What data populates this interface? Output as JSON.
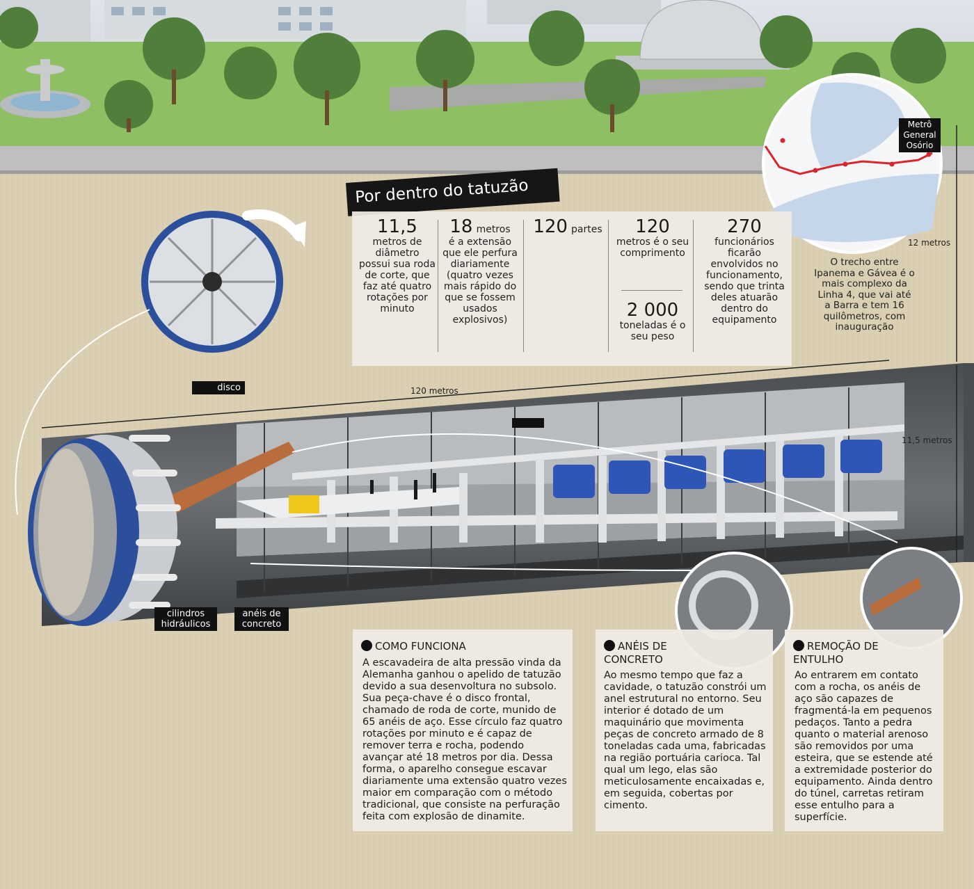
{
  "title": "Por dentro do tatuzão",
  "stats": [
    {
      "number": "11,5",
      "unit": "",
      "text": "metros de diâmetro possui sua roda de corte, que faz até quatro rotações por minuto"
    },
    {
      "number": "18",
      "unit": "metros",
      "text": "é a extensão que ele perfura diariamente (quatro vezes mais rápido do que se fossem usados explosivos)"
    },
    {
      "number": "120",
      "unit": "partes",
      "text": ""
    },
    {
      "number": "120",
      "unit": "",
      "text": "metros é o seu comprimento"
    },
    {
      "number": "2 000",
      "unit": "",
      "text": "toneladas é o seu peso"
    },
    {
      "number": "270",
      "unit": "",
      "text": "funcionários ficarão envolvidos no funcionamento, sendo que trinta deles atuarão dentro do equipamento"
    }
  ],
  "map": {
    "label": "Metrô General Osório",
    "caption": "O trecho entre Ipanema e Gávea é o mais complexo da Linha 4, que vai até a Barra e tem 16 quilômetros, com inauguração"
  },
  "dimensions": {
    "length": "120 metros",
    "depth": "12 metros",
    "diameter": "11,5 metros"
  },
  "labels": {
    "disco": "disco",
    "cilindros": "cilindros hidráulicos",
    "aneis": "anéis de concreto"
  },
  "boxes": [
    {
      "title": "COMO FUNCIONA",
      "body": "A escavadeira de alta pressão vinda da Alemanha ganhou o apelido de tatuzão devido a sua desenvoltura no subsolo. Sua peça-chave é o disco frontal, chamado de roda de corte, munido de 65 anéis de aço. Esse círculo faz quatro rotações por minuto e é capaz de remover terra e rocha, podendo avançar até 18 metros por dia. Dessa forma, o aparelho consegue escavar diariamente uma extensão quatro vezes maior em comparação com o método tradicional, que consiste na perfuração feita com explosão de dinamite."
    },
    {
      "title": "ANÉIS DE CONCRETO",
      "body": "Ao mesmo tempo que faz a cavidade, o tatuzão constrói um anel estrutural no entorno. Seu interior é dotado de um maquinário que movimenta peças de concreto armado de 8 toneladas cada uma, fabricadas na região portuária carioca. Tal qual um lego, elas são meticulosamente encaixadas e, em seguida, cobertas por cimento."
    },
    {
      "title": "REMOÇÃO DE ENTULHO",
      "body": "Ao entrarem em contato com a rocha, os anéis de aço são capazes de fragmentá-la em pequenos pedaços. Tanto a pedra quanto o material arenoso são removidos por uma esteira, que se estende até a extremidade posterior do equipamento. Ainda dentro do túnel, carretas retiram esse entulho para a superfície."
    }
  ],
  "colors": {
    "ground": "#d9cfb4",
    "grass": "#8fbf63",
    "tunnel": "#5d6063",
    "accent": "#2c4f9c",
    "route": "#d8262c"
  }
}
